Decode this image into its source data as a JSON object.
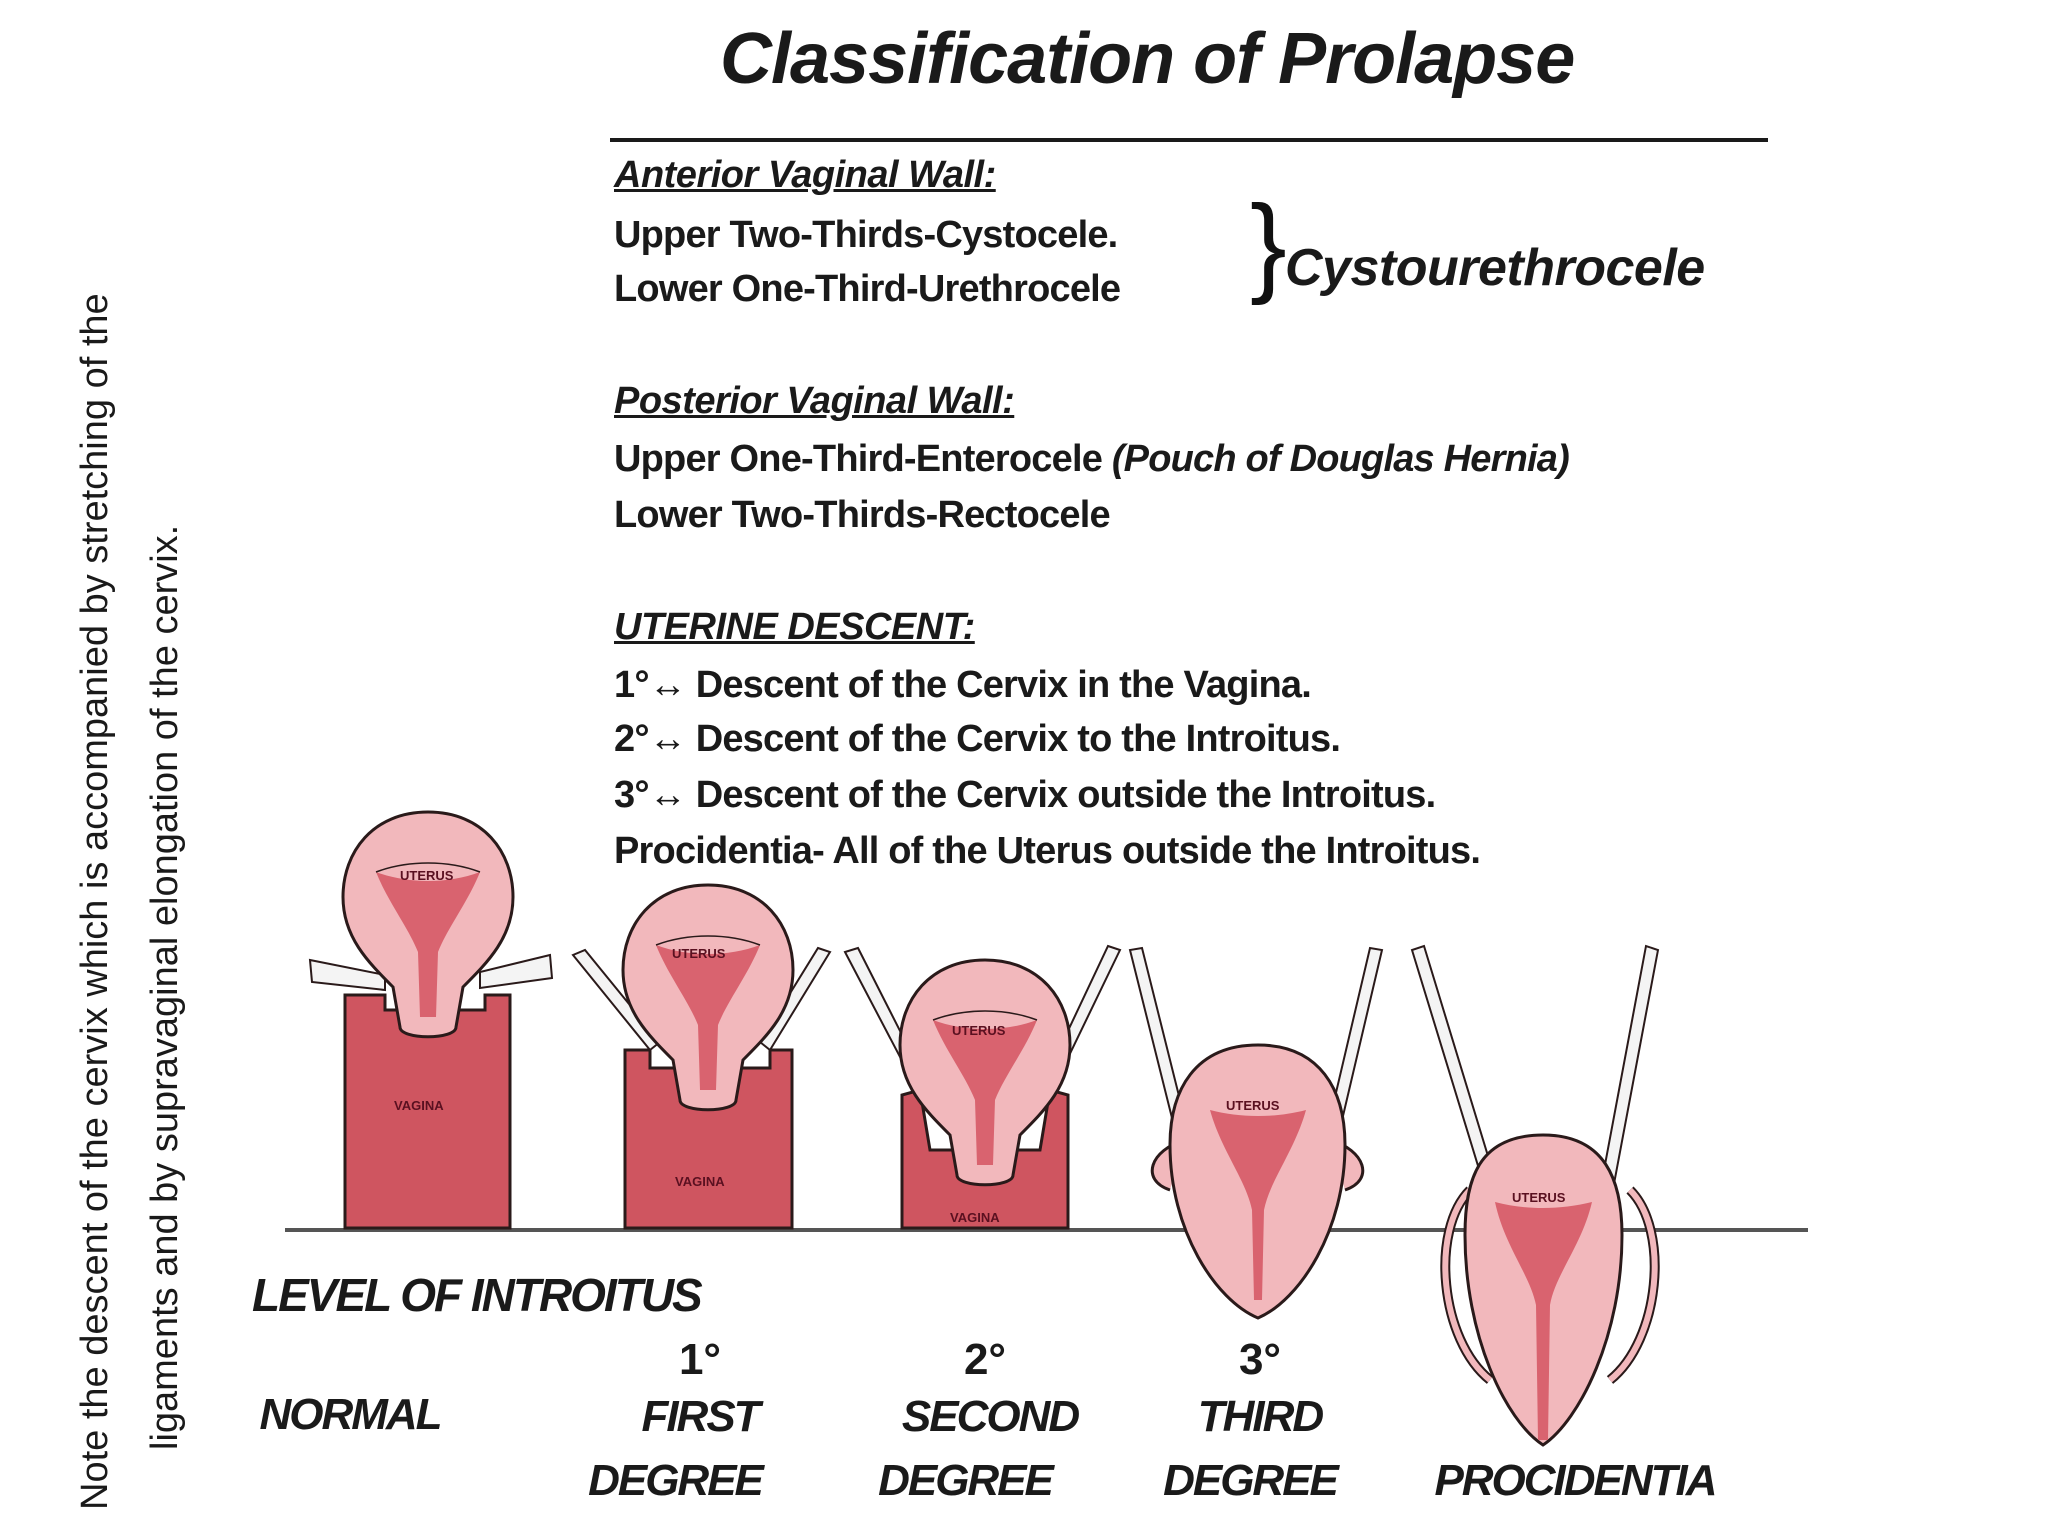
{
  "title": "Classification of Prolapse",
  "side_note": {
    "line1": "Note the descent of the cervix which is accompanied by stretching of the",
    "line2": "ligaments and by supravaginal elongation of the cervix."
  },
  "anterior": {
    "heading": "Anterior Vaginal Wall:",
    "line1": "Upper Two-Thirds-Cystocele.",
    "line2": "Lower One-Third-Urethrocele",
    "brace": "}",
    "combined": "Cystourethrocele"
  },
  "posterior": {
    "heading": "Posterior Vaginal Wall:",
    "line1": "Upper One-Third-Enterocele",
    "line1_note": "(Pouch of Douglas Hernia)",
    "line2": "Lower Two-Thirds-Rectocele"
  },
  "uterine": {
    "heading": "UTERINE DESCENT:",
    "lines": [
      "1°↔ Descent of the Cervix in the Vagina.",
      "2°↔ Descent of the Cervix to the Introitus.",
      "3°↔ Descent of the Cervix outside the Introitus.",
      "Procidentia- All of the Uterus outside the Introitus."
    ]
  },
  "level_label": "LEVEL OF INTROITUS",
  "organ_labels": {
    "uterus": "UTERUS",
    "vagina": "VAGINA"
  },
  "figures": [
    {
      "degree": "",
      "line1": "NORMAL",
      "line2": ""
    },
    {
      "degree": "1°",
      "line1": "FIRST",
      "line2": "DEGREE"
    },
    {
      "degree": "2°",
      "line1": "SECOND",
      "line2": "DEGREE"
    },
    {
      "degree": "3°",
      "line1": "THIRD",
      "line2": "DEGREE"
    },
    {
      "degree": "",
      "line1": "PROCIDENTIA",
      "line2": ""
    }
  ],
  "colors": {
    "uterus_fill": "#f2b8bc",
    "cavity_fill": "#d9636f",
    "vagina_fill": "#cf5560",
    "outline": "#2a1a1a"
  }
}
